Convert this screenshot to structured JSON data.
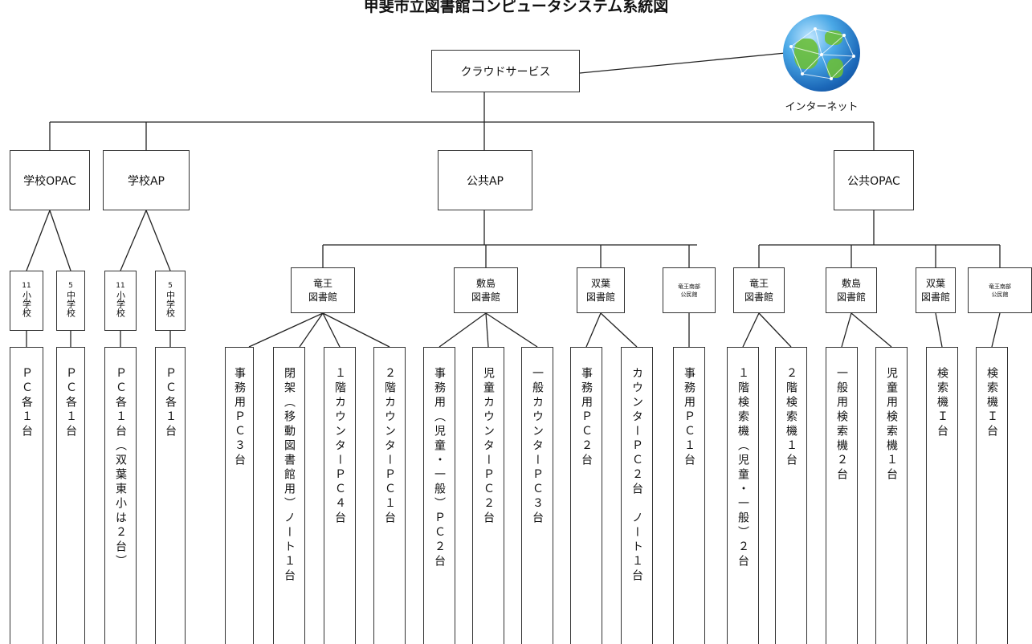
{
  "title": "甲斐市立図書館コンピュータシステム系統図",
  "cloud": "クラウドサービス",
  "internet": {
    "label": "インターネット",
    "icon": "globe-icon"
  },
  "systems": {
    "school_opac": "学校OPAC",
    "school_ap": "学校AP",
    "public_ap": "公共AP",
    "public_opac": "公共OPAC"
  },
  "schools": [
    {
      "count": "11",
      "type": "小学校"
    },
    {
      "count": "5",
      "type": "中学校"
    },
    {
      "count": "11",
      "type": "小学校"
    },
    {
      "count": "5",
      "type": "中学校"
    }
  ],
  "libraries": {
    "ryuo": "竜王\n図書館",
    "shikishima": "敷島\n図書館",
    "futaba": "双葉\n図書館",
    "south": "竜王南部\n公民館"
  },
  "leaves": [
    "ＰＣ各１台",
    "ＰＣ各１台",
    "ＰＣ各１台（双葉東小は２台）",
    "ＰＣ各１台",
    "事務用ＰＣ３台",
    "閉架（移動図書館用）ノート１台",
    "１階カウンターＰＣ４台",
    "２階カウンターＰＣ１台",
    "事務用（児童・一般）ＰＣ２台",
    "児童カウンターＰＣ２台",
    "一般カウンターＰＣ３台",
    "事務用ＰＣ２台",
    "カウンターＰＣ２台　ノート１台",
    "事務用ＰＣ１台",
    "１階検索機（児童・一般）２台",
    "２階検索機１台",
    "一般用検索機２台",
    "児童用検索機１台",
    "検索機Ｉ台",
    "検索機Ｉ台"
  ]
}
